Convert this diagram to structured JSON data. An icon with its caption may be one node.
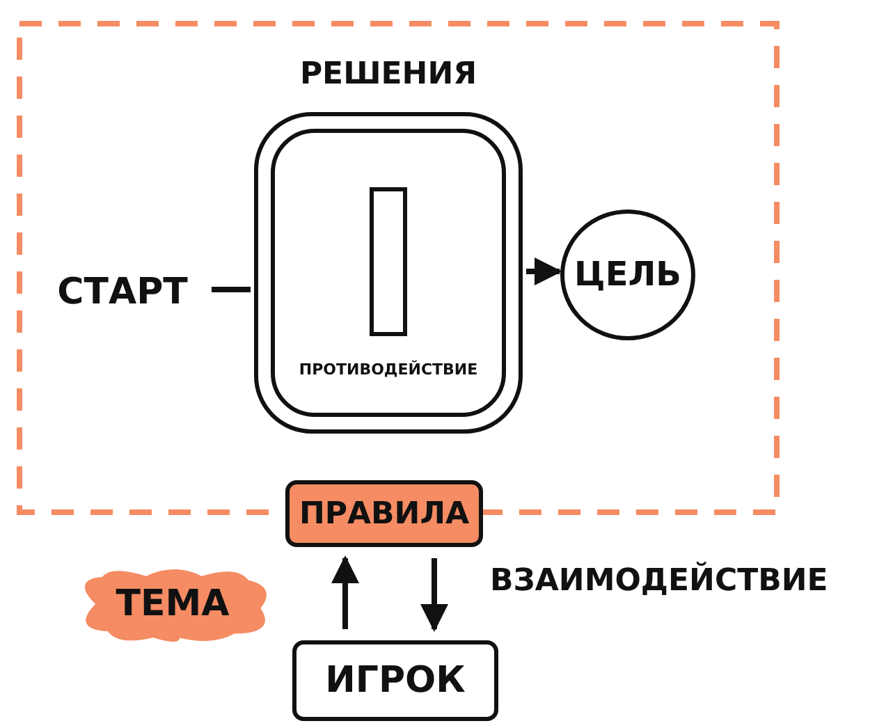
{
  "diagram": {
    "nodes": [
      {
        "text": [],
        "shape": "box"
      },
      {
        "text": [
          "СТАРТ"
        ],
        "in": 0
      },
      {
        "text": [
          "РЕШЕНИЯ"
        ],
        "in": 0
      },
      {
        "text": [],
        "shape": "bar",
        "in": 2
      },
      {
        "text": [
          "ПРОТИВОДЕЙСТВИЕ"
        ],
        "in": 2
      },
      {
        "text": [
          "ЦЕЛЬ"
        ],
        "in": 0
      },
      {
        "text": [
          "ПРАВИЛА"
        ]
      },
      {
        "text": [
          "ТЕМА"
        ]
      },
      {
        "text": [
          "ИГРОК"
        ]
      }
    ],
    "edges": [
      {
        "from": 1,
        "to": 2,
        "arrow": "none"
      },
      {
        "from": 2,
        "to": 5,
        "arrow": "to"
      },
      {
        "from": 6,
        "to": 8,
        "arrow": "to"
      },
      {
        "from": 8,
        "to": 6,
        "arrow": "to"
      }
    ],
    "labels": [
      "ВЗАИМОДЕЙСТВИЕ"
    ]
  }
}
